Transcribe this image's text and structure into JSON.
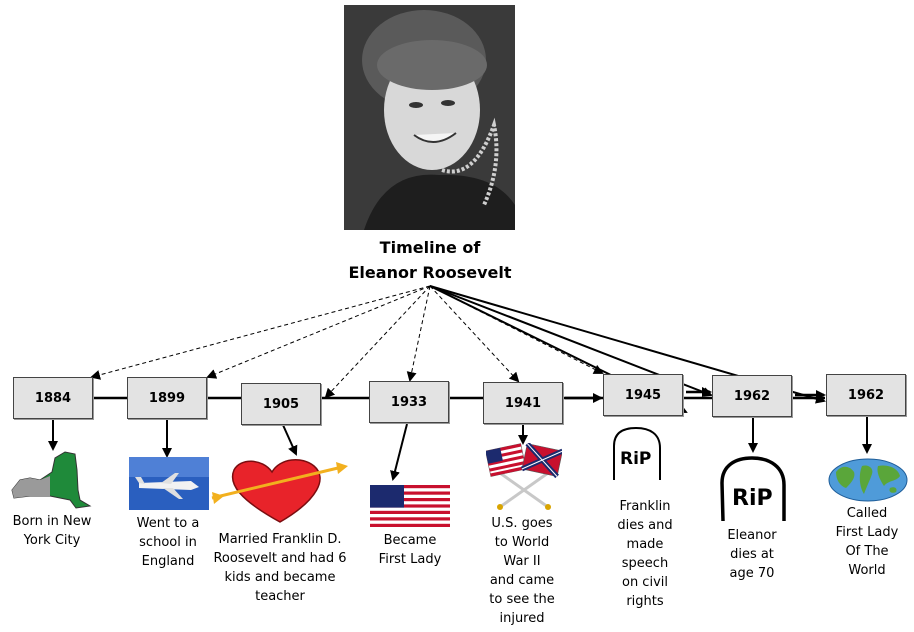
{
  "title": {
    "line1": "Timeline of",
    "line2": "Eleanor Roosevelt"
  },
  "events": [
    {
      "year": "1884",
      "caption": [
        "Born in New",
        "York City"
      ],
      "icon": "new-york-state-icon"
    },
    {
      "year": "1899",
      "caption": [
        "Went to a",
        "school in",
        "England"
      ],
      "icon": "airplane-icon"
    },
    {
      "year": "1905",
      "caption": [
        "Married Franklin D.",
        "Roosevelt and had 6",
        "kids and became",
        "teacher"
      ],
      "icon": "heart-arrow-icon"
    },
    {
      "year": "1933",
      "caption": [
        "Became",
        "First Lady"
      ],
      "icon": "us-flag-icon"
    },
    {
      "year": "1941",
      "caption": [
        "U.S. goes",
        "to World",
        "War II",
        "and came",
        "to see the",
        "injured"
      ],
      "icon": "crossed-flags-swords-icon"
    },
    {
      "year": "1945",
      "caption": [
        "Franklin",
        "dies and",
        "made",
        "speech",
        "on civil",
        "rights"
      ],
      "icon": "rip-tombstone-icon"
    },
    {
      "year": "1962",
      "caption": [
        "Eleanor",
        "dies at",
        "age 70"
      ],
      "icon": "rip-tombstone-large-icon"
    },
    {
      "year": "1962",
      "caption": [
        "Called",
        "First Lady",
        "Of The",
        "World"
      ],
      "icon": "globe-icon"
    }
  ],
  "colors": {
    "box_fill": "#e3e3e3",
    "heart": "#e8232a",
    "arrow_gold": "#f2b01e",
    "ny_green": "#1f8a3a",
    "sky_blue": "#2a5fbf"
  }
}
